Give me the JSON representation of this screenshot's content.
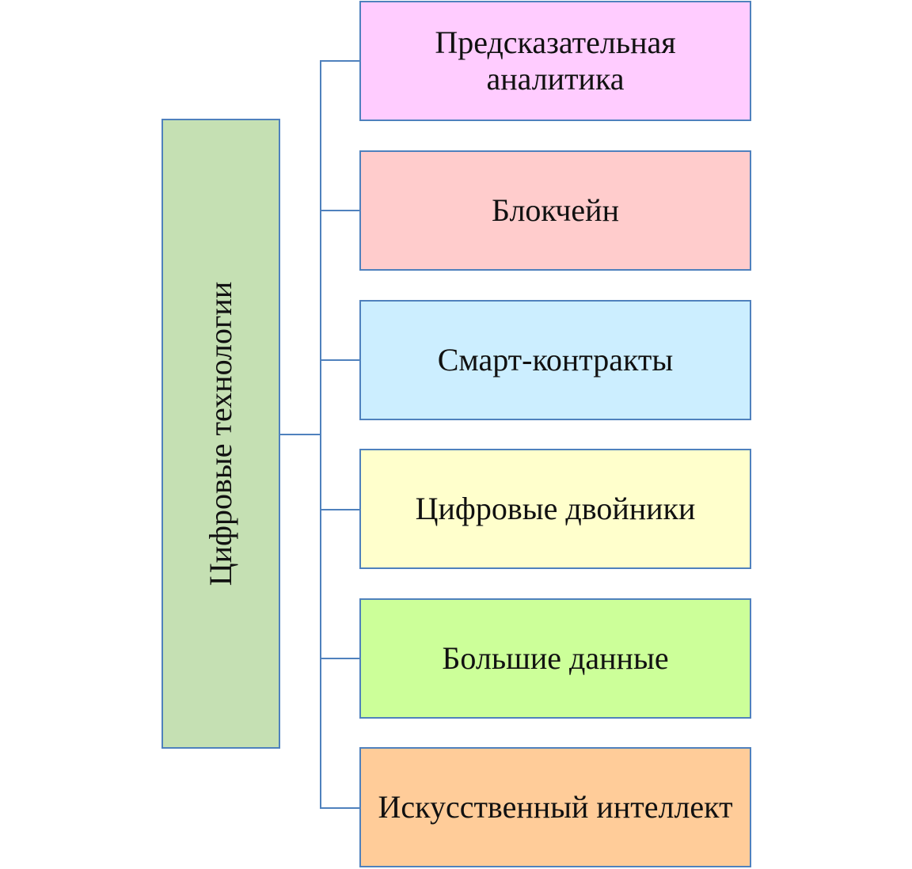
{
  "diagram": {
    "root": {
      "label": "Цифровые технологии",
      "fill": "#c5e0b3"
    },
    "border_color": "#4f81bd",
    "children": [
      {
        "label": "Предсказательная аналитика",
        "fill": "#ffccff"
      },
      {
        "label": "Блокчейн",
        "fill": "#ffcccc"
      },
      {
        "label": "Смарт-контракты",
        "fill": "#cceeff"
      },
      {
        "label": "Цифровые двойники",
        "fill": "#ffffcc"
      },
      {
        "label": "Большие данные",
        "fill": "#ccff99"
      },
      {
        "label": "Искусственный интеллект",
        "fill": "#ffcc99"
      }
    ]
  }
}
